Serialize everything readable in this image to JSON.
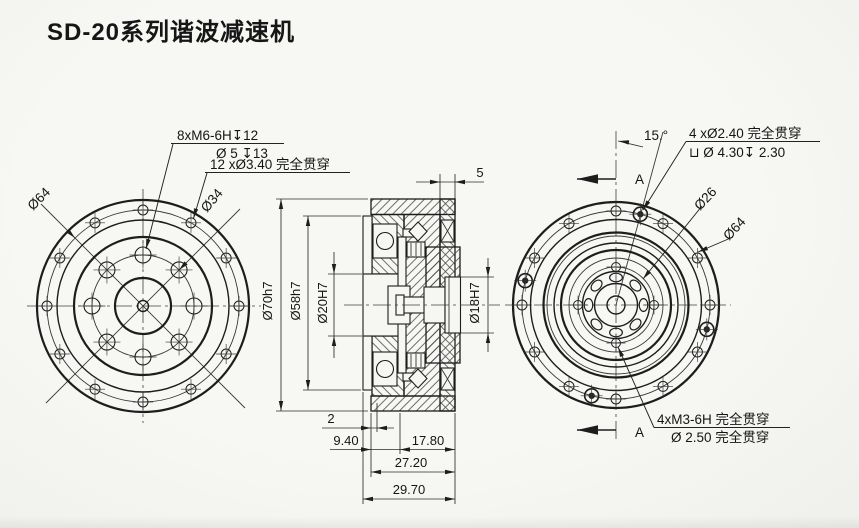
{
  "title": "SD-20系列谐波减速机",
  "colors": {
    "background": "#f6f6f3",
    "ink": "#1d1d1d"
  },
  "drawing": {
    "front_view": {
      "callout_thread": "8xM6-6H↧12",
      "callout_cbore": "Ø 5 ↧13",
      "callout_through": "12 xØ3.40 完全贯穿",
      "dim_bolt_circle_outer": "Ø64",
      "dim_bolt_circle_inner": "Ø34"
    },
    "section_view": {
      "dim_outer": "Ø70h7",
      "dim_body": "Ø58h7",
      "dim_bore_input": "Ø20H7",
      "dim_bore_output": "Ø18H7",
      "dim_flange_width": "5",
      "dim_lip": "2",
      "dim_a": "9.40",
      "dim_b": "17.80",
      "dim_c": "27.20",
      "dim_total": "29.70"
    },
    "back_view": {
      "dim_angle": "15.°",
      "callout_hole": "4 xØ2.40 完全贯穿",
      "callout_cbore": "⊔ Ø 4.30↧ 2.30",
      "callout_tap": "4xM3-6H 完全贯穿",
      "callout_tap_pilot": "Ø 2.50 完全贯穿",
      "dim_bolt_circle_inner": "Ø26",
      "dim_bolt_circle_outer": "Ø64",
      "section_label_top": "A",
      "section_label_bottom": "A"
    }
  }
}
